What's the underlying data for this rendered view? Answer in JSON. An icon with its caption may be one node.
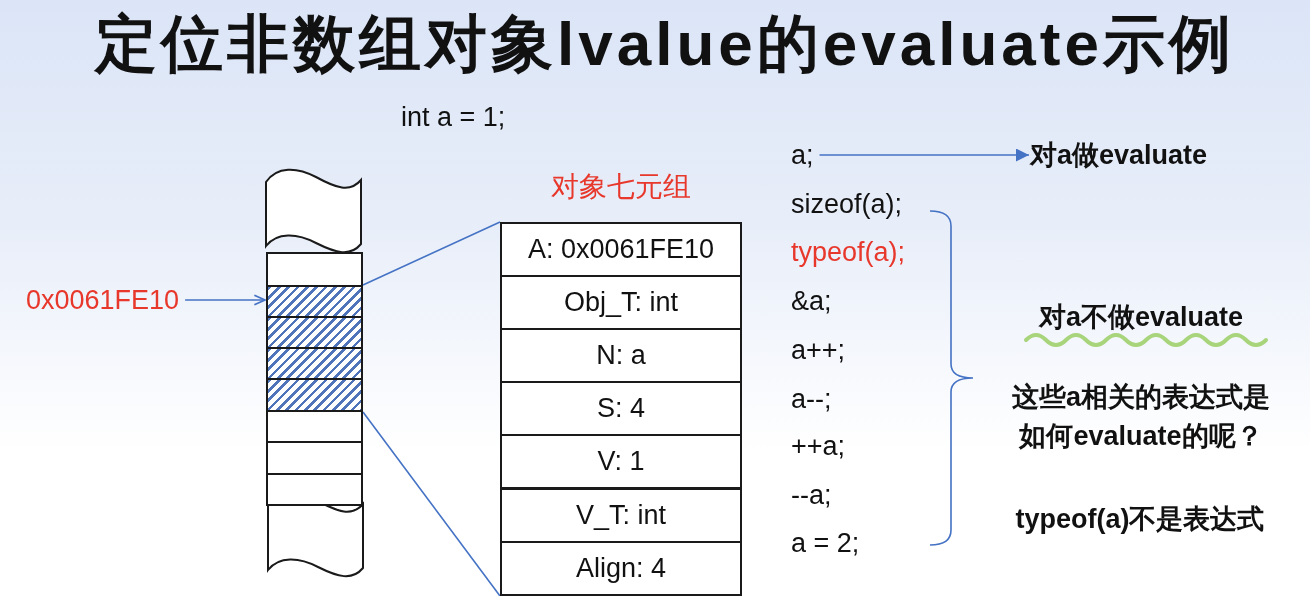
{
  "diagram": {
    "title": "定位非数组对象lvalue的evaluate示例",
    "nodes": [
      {
        "text": [
          "0x0061FE10"
        ]
      },
      {
        "text": [],
        "shape": "box"
      },
      {
        "text": [],
        "shape": "box"
      },
      {
        "text": [],
        "shape": "box"
      },
      {
        "text": [],
        "shape": "box"
      },
      {
        "text": [],
        "shape": "box"
      },
      {
        "text": [],
        "shape": "box"
      },
      {
        "text": [],
        "shape": "box"
      },
      {
        "text": [],
        "shape": "box"
      },
      {
        "text": [
          "对象七元组"
        ]
      },
      {
        "text": [
          "A: 0x0061FE10"
        ],
        "in": 9
      },
      {
        "text": [
          "Obj_T: int"
        ],
        "in": 9
      },
      {
        "text": [
          "N: a"
        ],
        "in": 9
      },
      {
        "text": [
          "S: 4"
        ],
        "in": 9
      },
      {
        "text": [
          "V: 1"
        ],
        "in": 9
      },
      {
        "text": [
          "V_T: int"
        ],
        "in": 9
      },
      {
        "text": [
          "Align: 4"
        ],
        "in": 9
      },
      {
        "text": [
          "a;"
        ]
      },
      {
        "text": [
          "对a做evaluate"
        ]
      }
    ],
    "edges": [
      {
        "from": 0,
        "to": 2,
        "arrow": "to"
      },
      {
        "from": 9,
        "to": 2,
        "arrow": "none"
      },
      {
        "from": 9,
        "to": 5,
        "arrow": "none"
      },
      {
        "from": 17,
        "to": 18,
        "arrow": "to"
      }
    ],
    "labels": [
      "int a = 1;",
      "sizeof(a);",
      "typeof(a);",
      "&a;",
      "a++;",
      "a--;",
      "++a;",
      "--a;",
      "a = 2;",
      "对a不做evaluate",
      "这些a相关的表达式是如何evaluate的呢？",
      "typeof(a)不是表达式"
    ]
  }
}
